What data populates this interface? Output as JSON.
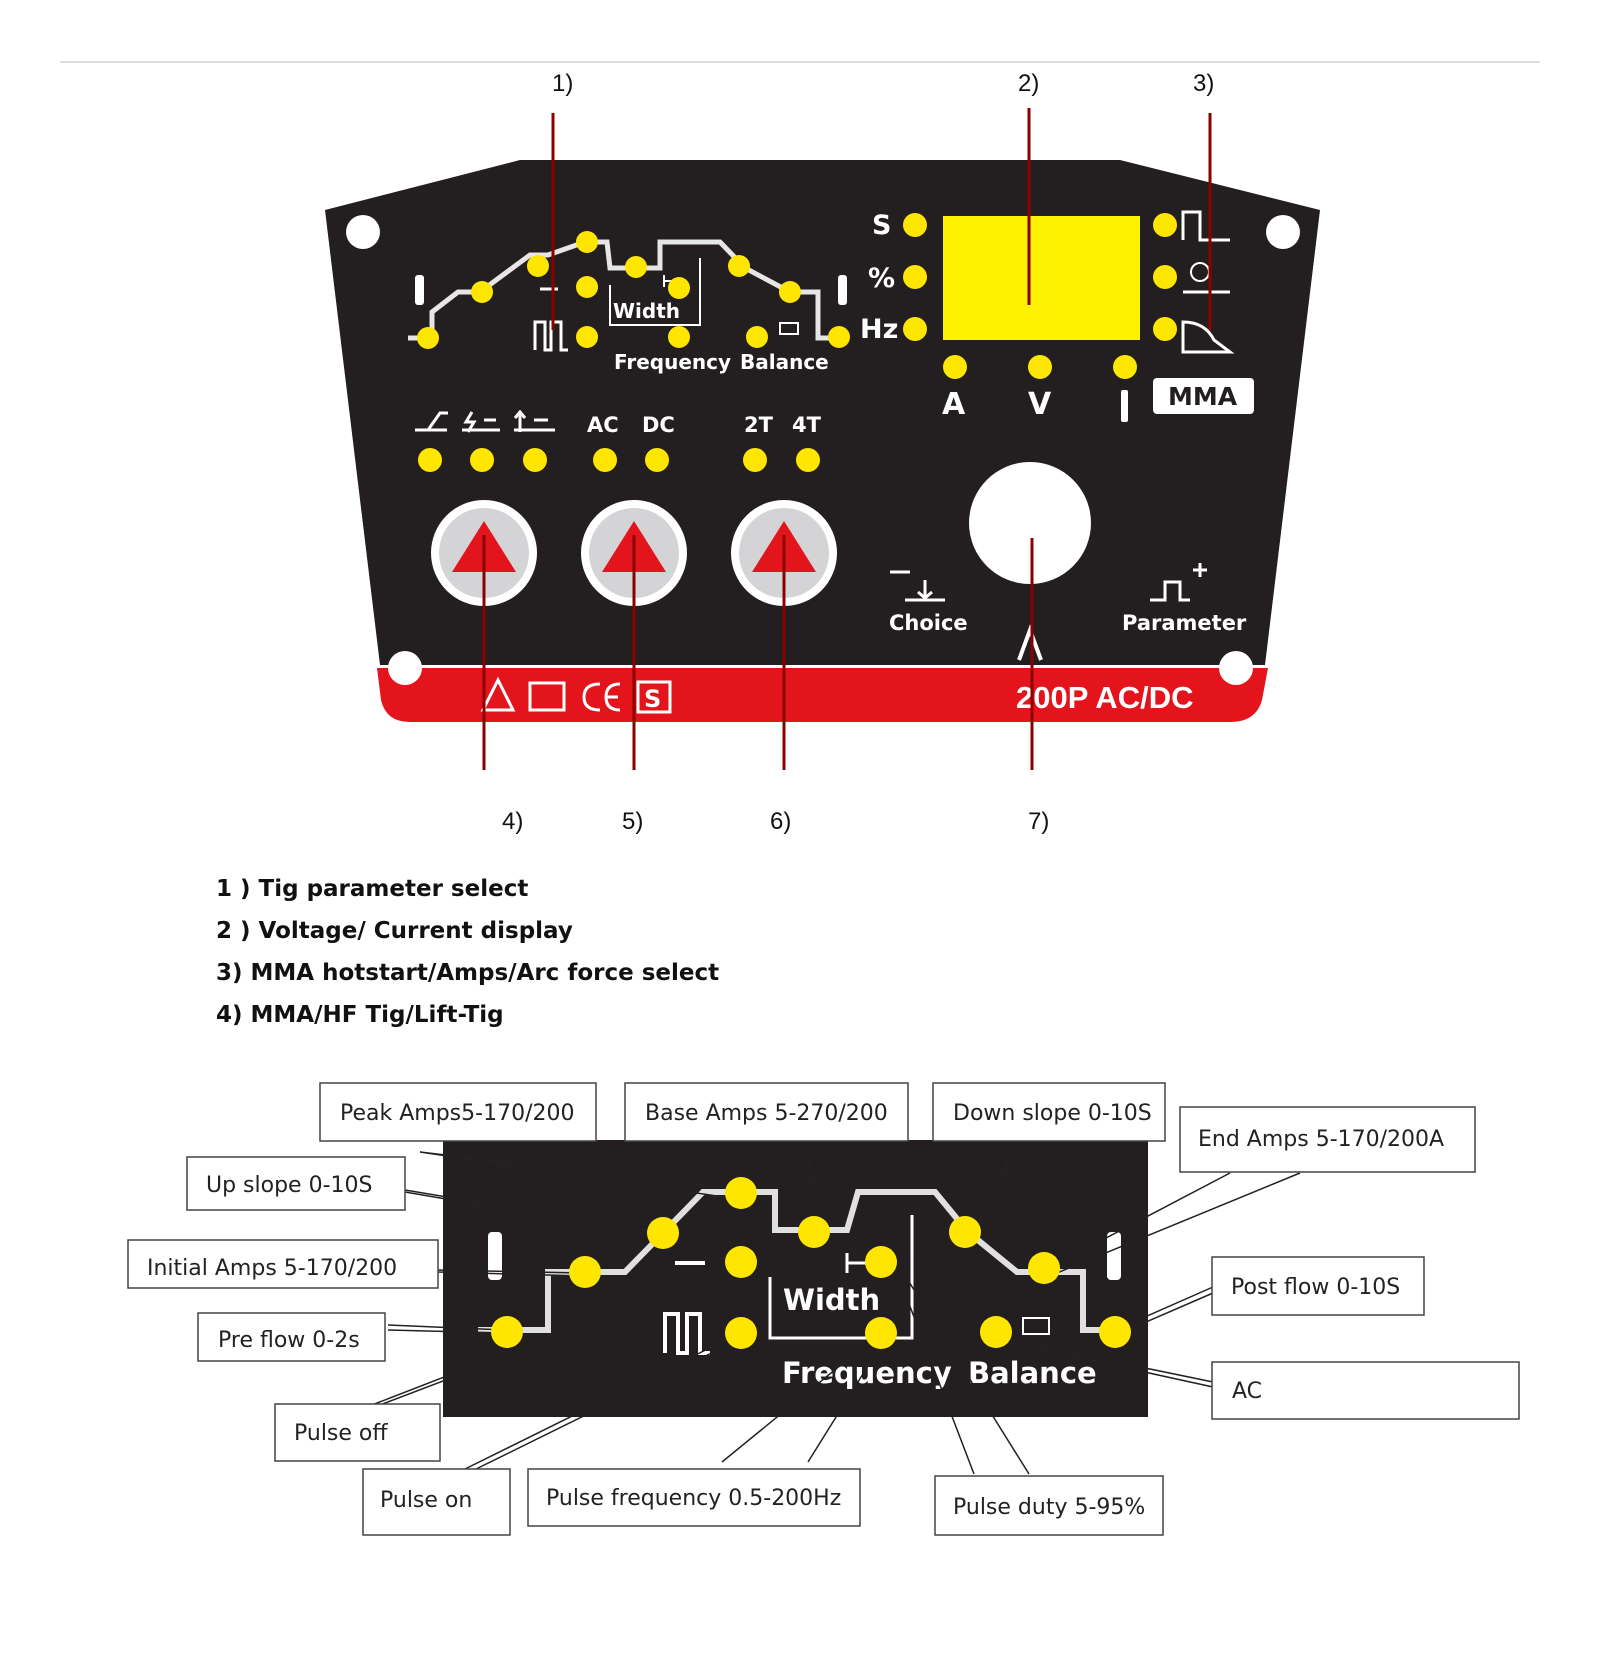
{
  "top_numbers": [
    "1)",
    "2)",
    "3)",
    "4)",
    "5)",
    "6)",
    "7)"
  ],
  "panel": {
    "units": [
      "S",
      "%",
      "Hz"
    ],
    "wave_labels": {
      "width": "Width",
      "frequency": "Frequency",
      "balance": "Balance"
    },
    "mode_labels": [
      "AC",
      "DC",
      "2T",
      "4T"
    ],
    "display_units": [
      "A",
      "V"
    ],
    "mma_badge": "MMA",
    "choice_label": "Choice",
    "parameter_label": "Parameter",
    "model": "200P AC/DC",
    "colors": {
      "panel": "#231f20",
      "led": "#ffe600",
      "red": "#e3141b",
      "display": "#fff200"
    }
  },
  "legend": [
    "1 ) Tig parameter select",
    "2 ) Voltage/ Current display",
    "3) MMA hotstart/Amps/Arc force select",
    "4) MMA/HF Tig/Lift-Tig"
  ],
  "detail": {
    "wave_labels": {
      "width": "Width",
      "frequency": "Frequency",
      "balance": "Balance"
    },
    "callouts": {
      "peak": "Peak Amps5-170/200",
      "base": "Base Amps 5-270/200",
      "down": "Down slope 0-10S",
      "end": "End Amps 5-170/200A",
      "up": "Up slope 0-10S",
      "initial": "Initial Amps 5-170/200",
      "post": "Post flow 0-10S",
      "pre": "Pre flow 0-2s",
      "ac": "AC",
      "pulse_off": "Pulse off",
      "pulse_on": "Pulse on",
      "pulse_freq": "Pulse frequency 0.5-200Hz",
      "pulse_duty": "Pulse duty 5-95%"
    }
  }
}
